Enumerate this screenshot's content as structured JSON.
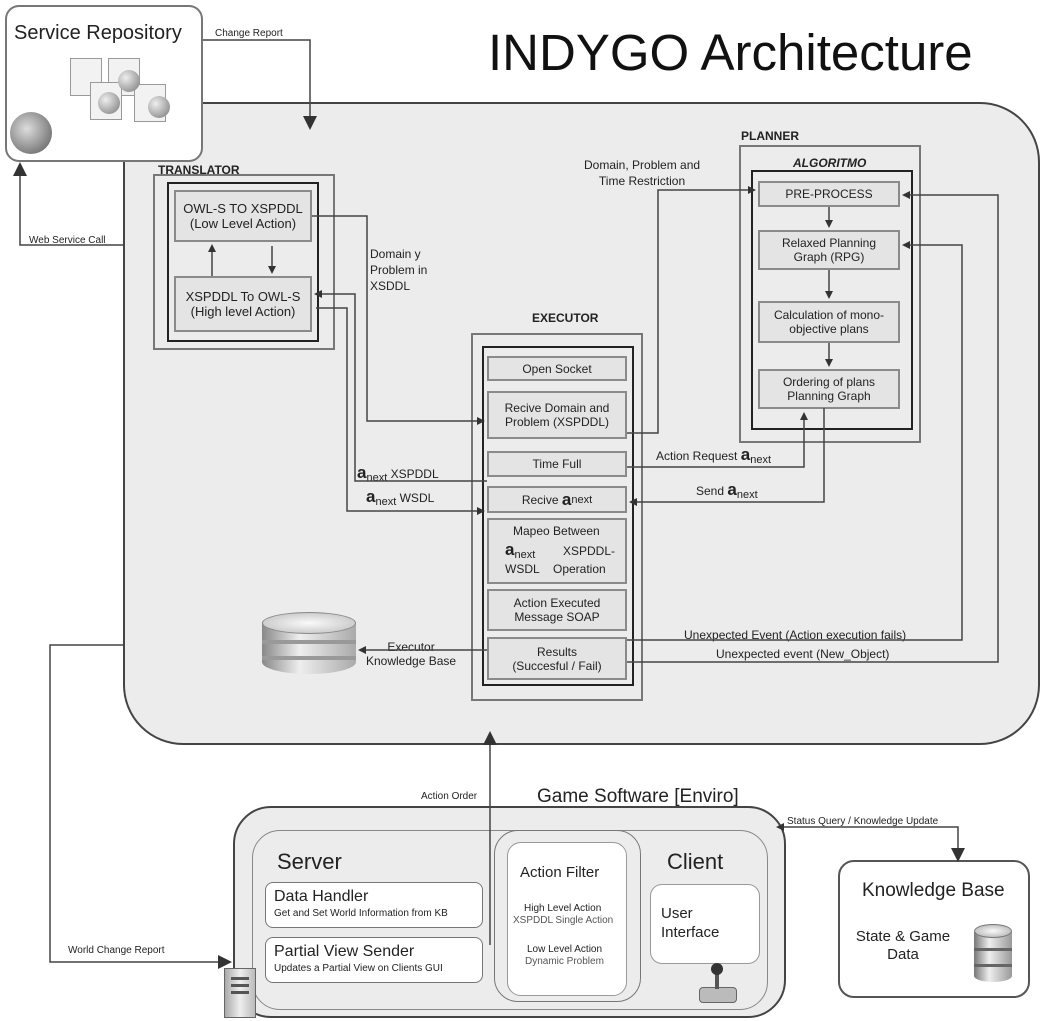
{
  "title": "INDYGO Architecture",
  "service_repository": {
    "label": "Service Repository",
    "change_report": "Change Report",
    "web_service_call": "Web Service Call"
  },
  "translator": {
    "label": "TRANSLATOR",
    "owl_to_xspddl_1": "OWL-S TO XSPDDL",
    "owl_to_xspddl_2": "(Low Level Action)",
    "xspddl_to_owl_1": "XSPDDL To OWL-S",
    "xspddl_to_owl_2": "(High level Action)",
    "domain_problem_1": "Domain y",
    "domain_problem_2": "Problem in",
    "domain_problem_3": "XSDDL"
  },
  "planner": {
    "label": "PLANNER",
    "algoritmo": "ALGORITMO",
    "domain_time_1": "Domain, Problem and",
    "domain_time_2": "Time Restriction",
    "steps": {
      "preprocess": "PRE-PROCESS",
      "rpg_1": "Relaxed Planning",
      "rpg_2": "Graph (RPG)",
      "calc_1": "Calculation of mono-",
      "calc_2": "objective plans",
      "order_1": "Ordering of plans",
      "order_2": "Planning Graph"
    }
  },
  "executor": {
    "label": "EXECUTOR",
    "open_socket": "Open Socket",
    "recive_domain_1": "Recive Domain and",
    "recive_domain_2": "Problem (XSPDDL)",
    "time_full": "Time Full",
    "recive_a": "Recive",
    "mapeo_1": "Mapeo Between",
    "mapeo_2": "XSPDDL-",
    "mapeo_3": "WSDL",
    "mapeo_4": "Operation",
    "action_exec_1": "Action Executed",
    "action_exec_2": "Message SOAP",
    "results_1": "Results",
    "results_2": "(Succesful / Fail)"
  },
  "labels": {
    "a": "a",
    "next": "next",
    "anext_xspddl": "XSPDDL",
    "anext_wsdl": "WSDL",
    "action_request": "Action Request",
    "send": "Send",
    "unexpected_fail": "Unexpected Event (Action execution fails)",
    "unexpected_new": "Unexpected event (New_Object)",
    "executor_kb_1": "Executor",
    "executor_kb_2": "Knowledge Base",
    "action_order": "Action Order",
    "world_change_report": "World Change Report",
    "status_query": "Status Query / Knowledge Update"
  },
  "game": {
    "label": "Game Software [Enviro]",
    "server": "Server",
    "data_handler": "Data Handler",
    "data_handler_desc": "Get and Set World Information from KB",
    "partial_view": "Partial View Sender",
    "partial_view_desc": "Updates a Partial View on Clients GUI",
    "action_filter": "Action Filter",
    "high_level": "High Level Action",
    "high_level_desc": "XSPDDL Single Action",
    "low_level": "Low Level Action",
    "low_level_desc": "Dynamic Problem",
    "client": "Client",
    "user_interface_1": "User",
    "user_interface_2": "Interface"
  },
  "knowledge_base": {
    "label": "Knowledge Base",
    "state_1": "State & Game",
    "state_2": "Data"
  }
}
